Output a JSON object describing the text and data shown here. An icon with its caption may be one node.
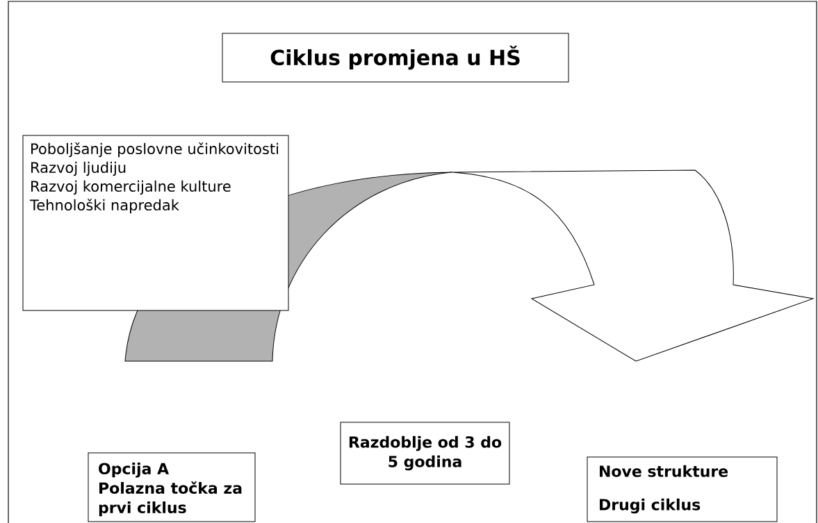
{
  "diagram": {
    "title": "Ciklus promjena u HŠ",
    "nodes": [
      {
        "text": [
          "Poboljšanje poslovne učinkovitosti",
          "Razvoj ljudiju",
          "Razvoj komercijalne kulture",
          "Tehnološki napredak"
        ]
      },
      {
        "text": [
          "Opcija A",
          "Polazna točka za prvi ciklus"
        ]
      },
      {
        "text": [
          "Razdoblje od 3 do 5 godina"
        ]
      },
      {
        "text": [
          "Nove strukture",
          "Drugi ciklus"
        ]
      }
    ],
    "edges": []
  }
}
